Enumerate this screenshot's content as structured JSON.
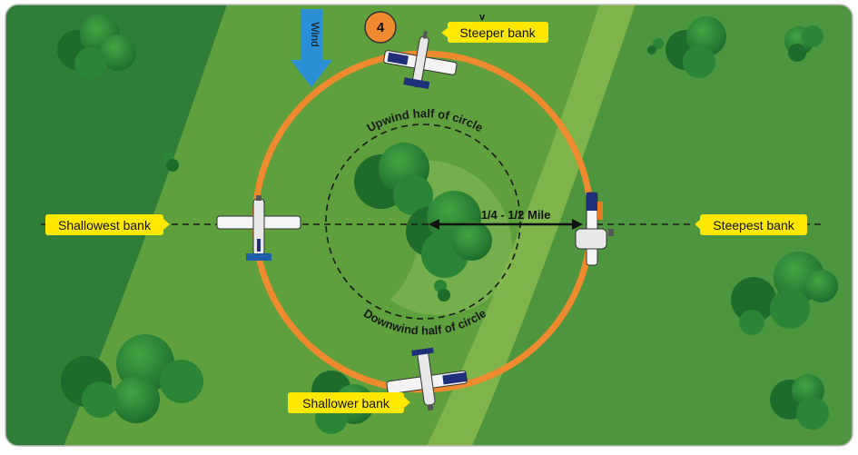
{
  "badge": {
    "number": "4"
  },
  "labels": {
    "steeper": "Steeper bank",
    "shallowest": "Shallowest bank",
    "steepest": "Steepest bank",
    "shallower": "Shallower bank",
    "upwind": "Upwind half of circle",
    "downwind": "Downwind half of circle",
    "distance": "1/4 - 1/2 Mile",
    "wind": "Wind",
    "stray_mark": "v"
  },
  "colors": {
    "field_light": "#8dbb4e",
    "field_mid": "#5f9e3c",
    "field_dark": "#2f7a35",
    "circle": "#f08a2e",
    "wind_arrow": "#2b8fd6",
    "label_bg": "#ffe800",
    "badge_bg": "#f08a2e",
    "tree_dark": "#1f6b2c",
    "tree_light": "#3a9a3d"
  }
}
